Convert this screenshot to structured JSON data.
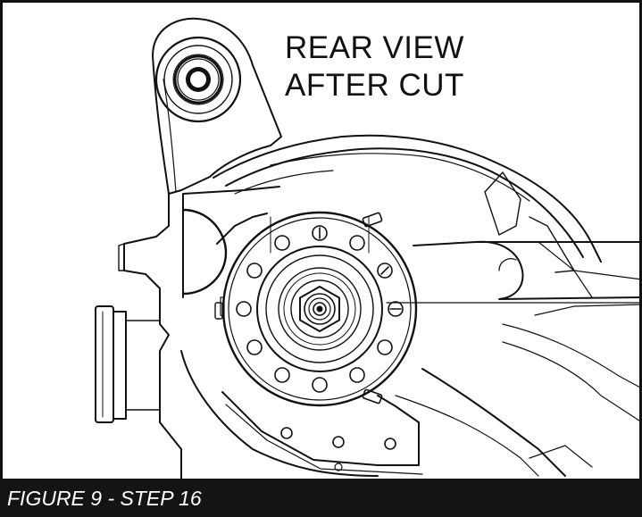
{
  "label": {
    "line1": "REAR VIEW",
    "line2": "AFTER CUT"
  },
  "caption": "FIGURE 9 - STEP 16",
  "colors": {
    "line": "#111111",
    "background": "#ffffff",
    "caption_bar": "#141414",
    "caption_text": "#ffffff"
  }
}
